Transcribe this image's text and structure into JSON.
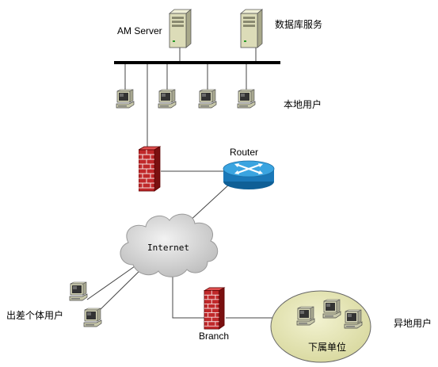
{
  "labels": {
    "am_server": "AM Server",
    "database_service": "数据库服务",
    "local_users": "本地用户",
    "router": "Router",
    "internet": "Internet",
    "traveling_users": "出差个体用户",
    "branch": "Branch",
    "remote_users": "异地用户",
    "subordinate_unit": "下属单位"
  },
  "icons": {
    "server": "server-tower-icon",
    "workstation": "workstation-icon",
    "firewall": "brick-firewall-icon",
    "router": "router-icon",
    "cloud": "cloud-icon"
  },
  "colors": {
    "firewall": "#c0282a",
    "router": "#1e86c8",
    "cloud": "#d8d8d8",
    "remote_site": "#e6e6b4",
    "lines": "#444444",
    "bus": "#000000",
    "server": "#dcdcb8"
  }
}
